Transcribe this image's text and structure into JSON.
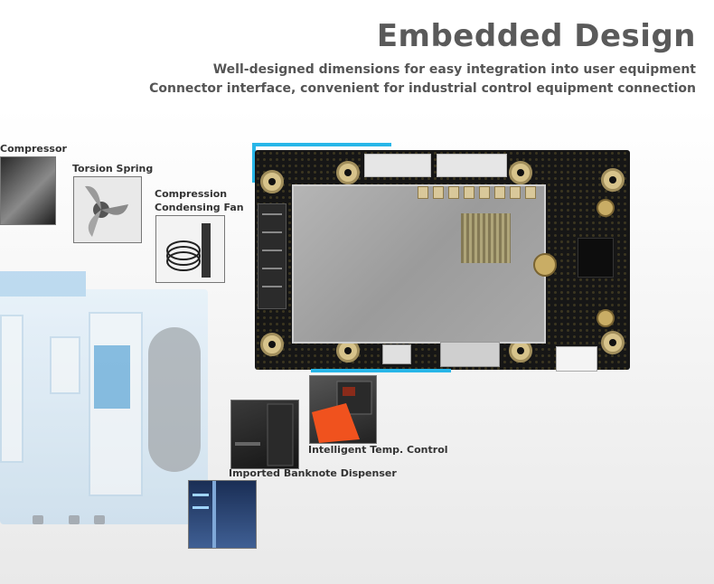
{
  "header": {
    "title": "Embedded Design",
    "subtitle_1": "Well-designed dimensions for easy integration into user equipment",
    "subtitle_2": "Connector interface, convenient for industrial control equipment connection"
  },
  "applications": {
    "compressor": "Compressor",
    "torsion_spring": "Torsion Spring",
    "compression_fan_line1": "Compression",
    "compression_fan_line2": "Condensing Fan",
    "banknote_dispenser": "Imported Banknote Dispenser",
    "temp_control": "Intelligent Temp. Control"
  },
  "colors": {
    "accent": "#27b6e8",
    "board": "#161616",
    "title": "#5a5a5a"
  }
}
